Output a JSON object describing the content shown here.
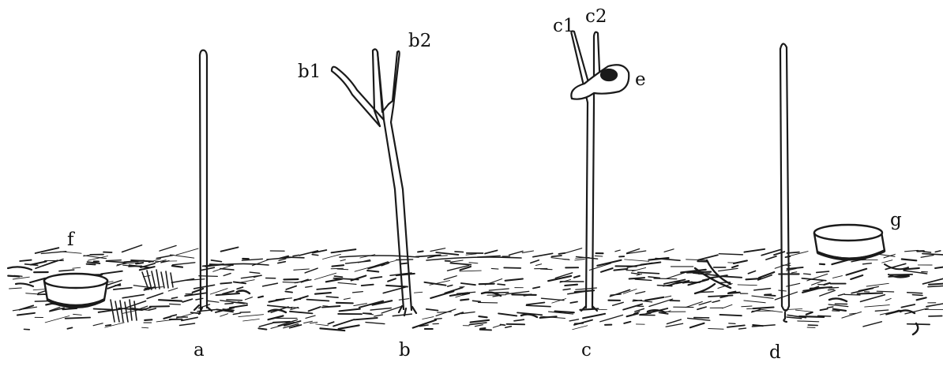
{
  "figure": {
    "labels": {
      "a": "a",
      "b": "b",
      "c": "c",
      "d": "d",
      "b1": "b1",
      "b2": "b2",
      "c1": "c1",
      "c2": "c2",
      "e": "e",
      "f": "f",
      "g": "g"
    },
    "colors": {
      "ink": "#1a1a1a",
      "paper": "#ffffff"
    }
  }
}
